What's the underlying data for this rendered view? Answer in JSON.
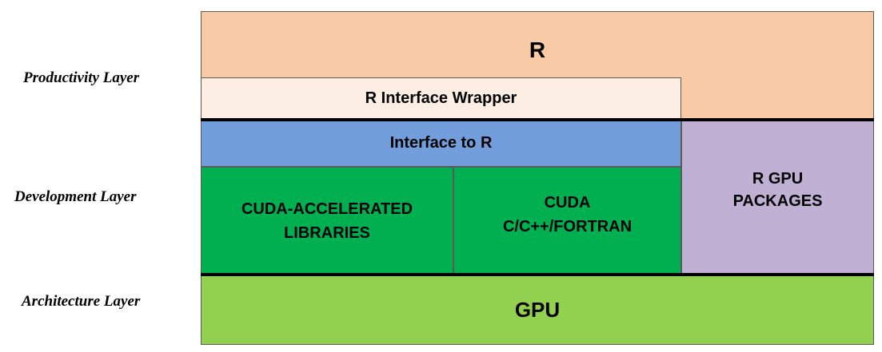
{
  "layers": {
    "productivity": "Productivity Layer",
    "development": "Development Layer",
    "architecture": "Architecture Layer"
  },
  "boxes": {
    "r": "R",
    "r_interface_wrapper": "R Interface Wrapper",
    "interface_to_r": "Interface to R",
    "cuda_libraries": [
      "CUDA-ACCELERATED",
      "LIBRARIES"
    ],
    "cuda_languages": [
      "CUDA",
      "C/C++/FORTRAN"
    ],
    "r_gpu_packages": [
      "R GPU",
      "PACKAGES"
    ],
    "gpu": "GPU"
  },
  "colors": {
    "r": "#f8cba6",
    "r_interface_wrapper": "#fdeee4",
    "interface_to_r": "#729fdb",
    "cuda": "#00b050",
    "r_gpu_packages": "#bfb0d4",
    "gpu": "#92d050"
  }
}
